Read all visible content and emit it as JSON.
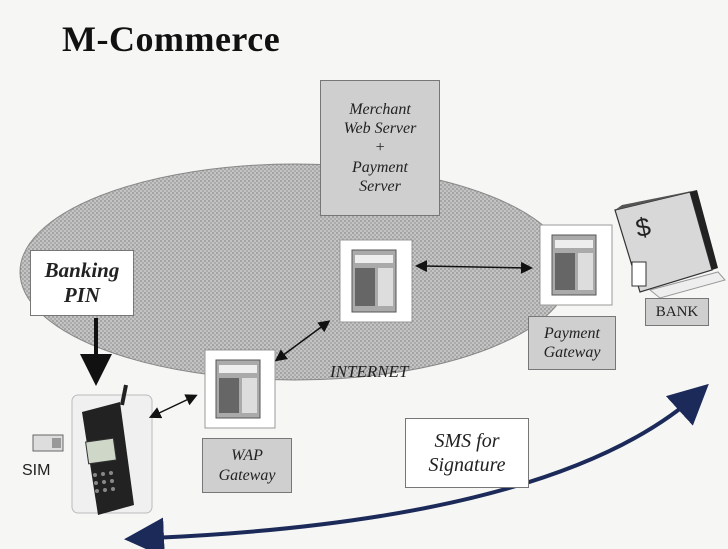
{
  "title": "M-Commerce",
  "nodes": {
    "merchant": [
      "Merchant",
      "Web Server",
      "+",
      "Payment",
      "Server"
    ],
    "banking_pin": [
      "Banking",
      "PIN"
    ],
    "payment_gateway": [
      "Payment",
      "Gateway"
    ],
    "bank": "BANK",
    "wap_gateway": [
      "WAP",
      "Gateway"
    ],
    "sms": [
      "SMS for",
      "Signature"
    ],
    "internet": "INTERNET",
    "sim": "SIM",
    "bank_symbol": "$"
  },
  "colors": {
    "ellipse": "#b8b8b8",
    "box_shade": "#cfcfcf",
    "arrow": "#1c2a5a"
  }
}
